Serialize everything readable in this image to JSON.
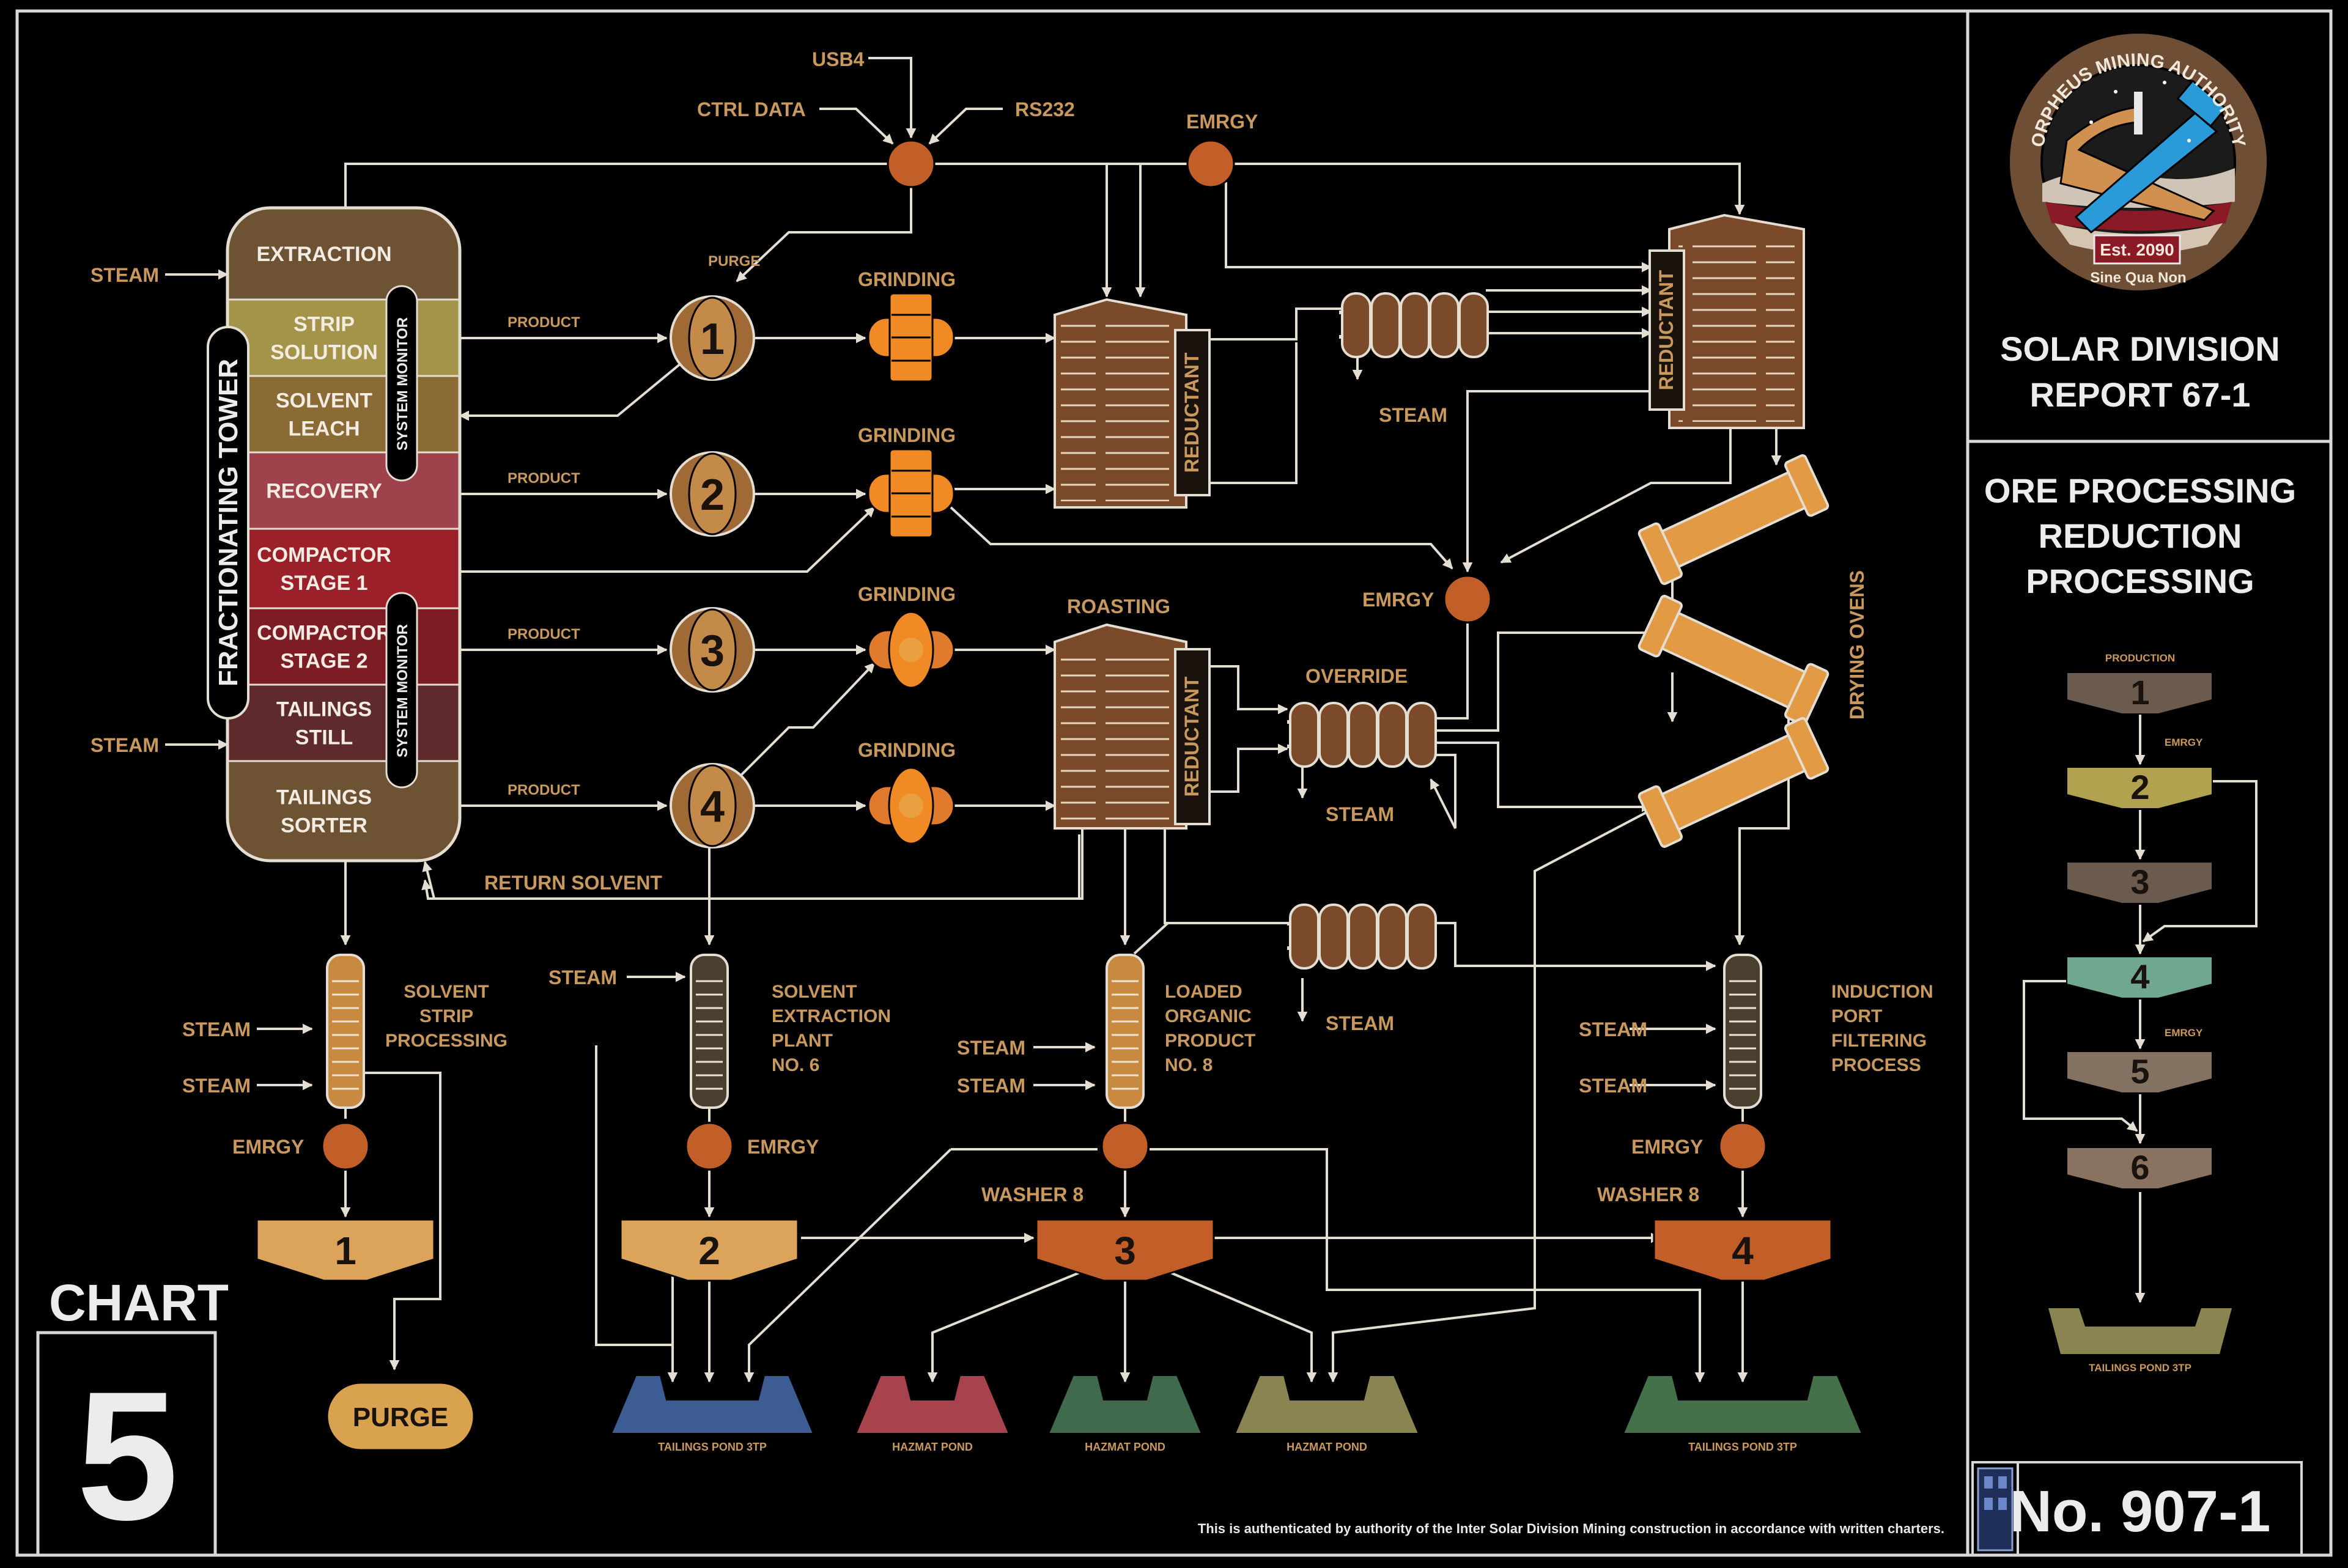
{
  "tower": {
    "title": "FRACTIONATING TOWER",
    "system_monitor": "SYSTEM MONITOR",
    "sections": [
      {
        "label": [
          "EXTRACTION"
        ],
        "color": "#6d5233"
      },
      {
        "label": [
          "STRIP",
          "SOLUTION"
        ],
        "color": "#a39449"
      },
      {
        "label": [
          "SOLVENT",
          "LEACH"
        ],
        "color": "#8a6b35"
      },
      {
        "label": [
          "RECOVERY"
        ],
        "color": "#a0424c"
      },
      {
        "label": [
          "COMPACTOR",
          "STAGE 1"
        ],
        "color": "#9c2029"
      },
      {
        "label": [
          "COMPACTOR",
          "STAGE 2"
        ],
        "color": "#7e1c25"
      },
      {
        "label": [
          "TAILINGS",
          "STILL"
        ],
        "color": "#5e2a2c"
      },
      {
        "label": [
          "TAILINGS",
          "SORTER"
        ],
        "color": "#6d5233"
      }
    ]
  },
  "labels": {
    "steam": "STEAM",
    "product": "PRODUCT",
    "purge_small": "PURGE",
    "grinding": "GRINDING",
    "emrgy": "EMRGY",
    "reductant": "REDUCTANT",
    "roasting": "ROASTING",
    "override": "OVERRIDE",
    "drying_ovens": "DRYING OVENS",
    "return_solvent": "RETURN SOLVENT",
    "washer": "WASHER 8",
    "purge": "PURGE",
    "usb4": "USB4",
    "ctrl_data": "CTRL DATA",
    "rs232": "RS232"
  },
  "pumps": [
    "1",
    "2",
    "3",
    "4"
  ],
  "columns": [
    {
      "name": [
        "SOLVENT",
        "STRIP",
        "PROCESSING"
      ]
    },
    {
      "name": [
        "SOLVENT",
        "EXTRACTION",
        "PLANT",
        "NO. 6"
      ]
    },
    {
      "name": [
        "LOADED",
        "ORGANIC",
        "PRODUCT",
        "NO. 8"
      ]
    },
    {
      "name": [
        "INDUCTION",
        "PORT",
        "FILTERING",
        "PROCESS"
      ]
    }
  ],
  "hoppers": [
    "1",
    "2",
    "3",
    "4"
  ],
  "ponds": [
    {
      "label": "TAILINGS POND 3TP",
      "color": "#3d5c94"
    },
    {
      "label": "HAZMAT POND",
      "color": "#a8424d"
    },
    {
      "label": "HAZMAT POND",
      "color": "#3f6a4c"
    },
    {
      "label": "HAZMAT POND",
      "color": "#8a8450"
    },
    {
      "label": "TAILINGS POND 3TP",
      "color": "#44704a"
    }
  ],
  "chart": {
    "label": "CHART",
    "number": "5"
  },
  "footer_note": "This is authenticated by authority of the Inter Solar Division Mining construction in accordance with written charters.",
  "logo": {
    "ring_text": "ORPHEUS MINING AUTHORITY",
    "est": "Est. 2090",
    "motto": "Sine Qua Non"
  },
  "report": {
    "line1": "SOLAR DIVISION",
    "line2": "REPORT 67-1"
  },
  "processing": {
    "line1": "ORE PROCESSING",
    "line2": "REDUCTION",
    "line3": "PROCESSING"
  },
  "mini_flow": {
    "production": "PRODUCTION",
    "emrgy": "EMRGY",
    "steps": [
      {
        "n": "1",
        "color": "#6b5a4e"
      },
      {
        "n": "2",
        "color": "#b0a24e"
      },
      {
        "n": "3",
        "color": "#6b5a4e"
      },
      {
        "n": "4",
        "color": "#6fa88e"
      },
      {
        "n": "5",
        "color": "#837262"
      },
      {
        "n": "6",
        "color": "#8a7260"
      }
    ],
    "pond": "TAILINGS POND 3TP"
  },
  "doc_number": "No. 907-1",
  "colors": {
    "background": "#000000",
    "frame": "#d8d8d8",
    "line": "#e4ddd2",
    "accent_orange": "#c25f28",
    "label_tan": "#c9985c",
    "vessel_brown": "#7a4a2a"
  }
}
